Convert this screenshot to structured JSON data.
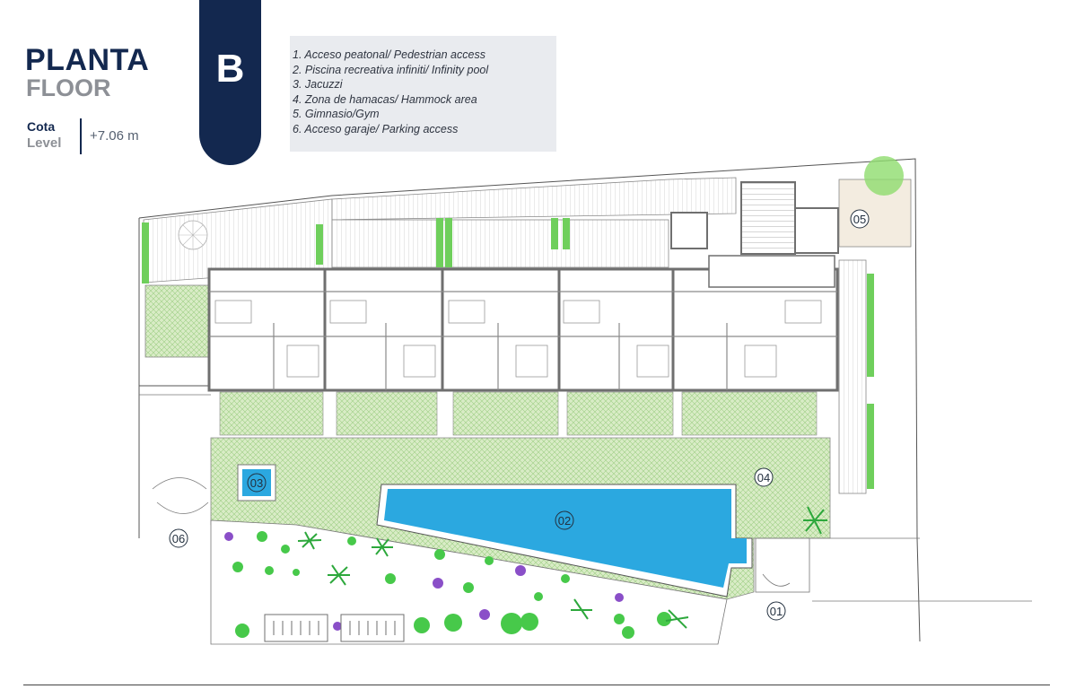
{
  "header": {
    "title": "PLANTA",
    "subtitle": "FLOOR",
    "level_label_es": "Cota",
    "level_label_en": "Level",
    "level_value": "+7.06 m",
    "block_letter": "B"
  },
  "legend": {
    "items": [
      "1. Acceso peatonal/ Pedestrian access",
      "2. Piscina recreativa infiniti/ Infinity pool",
      "3. Jacuzzi",
      "4. Zona de hamacas/ Hammock area",
      "5. Gimnasio/Gym",
      "6. Acceso garaje/ Parking access"
    ]
  },
  "plan": {
    "markers": [
      "01",
      "02",
      "03",
      "04",
      "05",
      "06"
    ],
    "colors": {
      "navy": "#13284f",
      "grass": "#d8ebc8",
      "pool": "#2ba8e0",
      "plant": "#47c94a",
      "lavender": "#8a4fc8",
      "wall": "#6f6f6f"
    }
  }
}
